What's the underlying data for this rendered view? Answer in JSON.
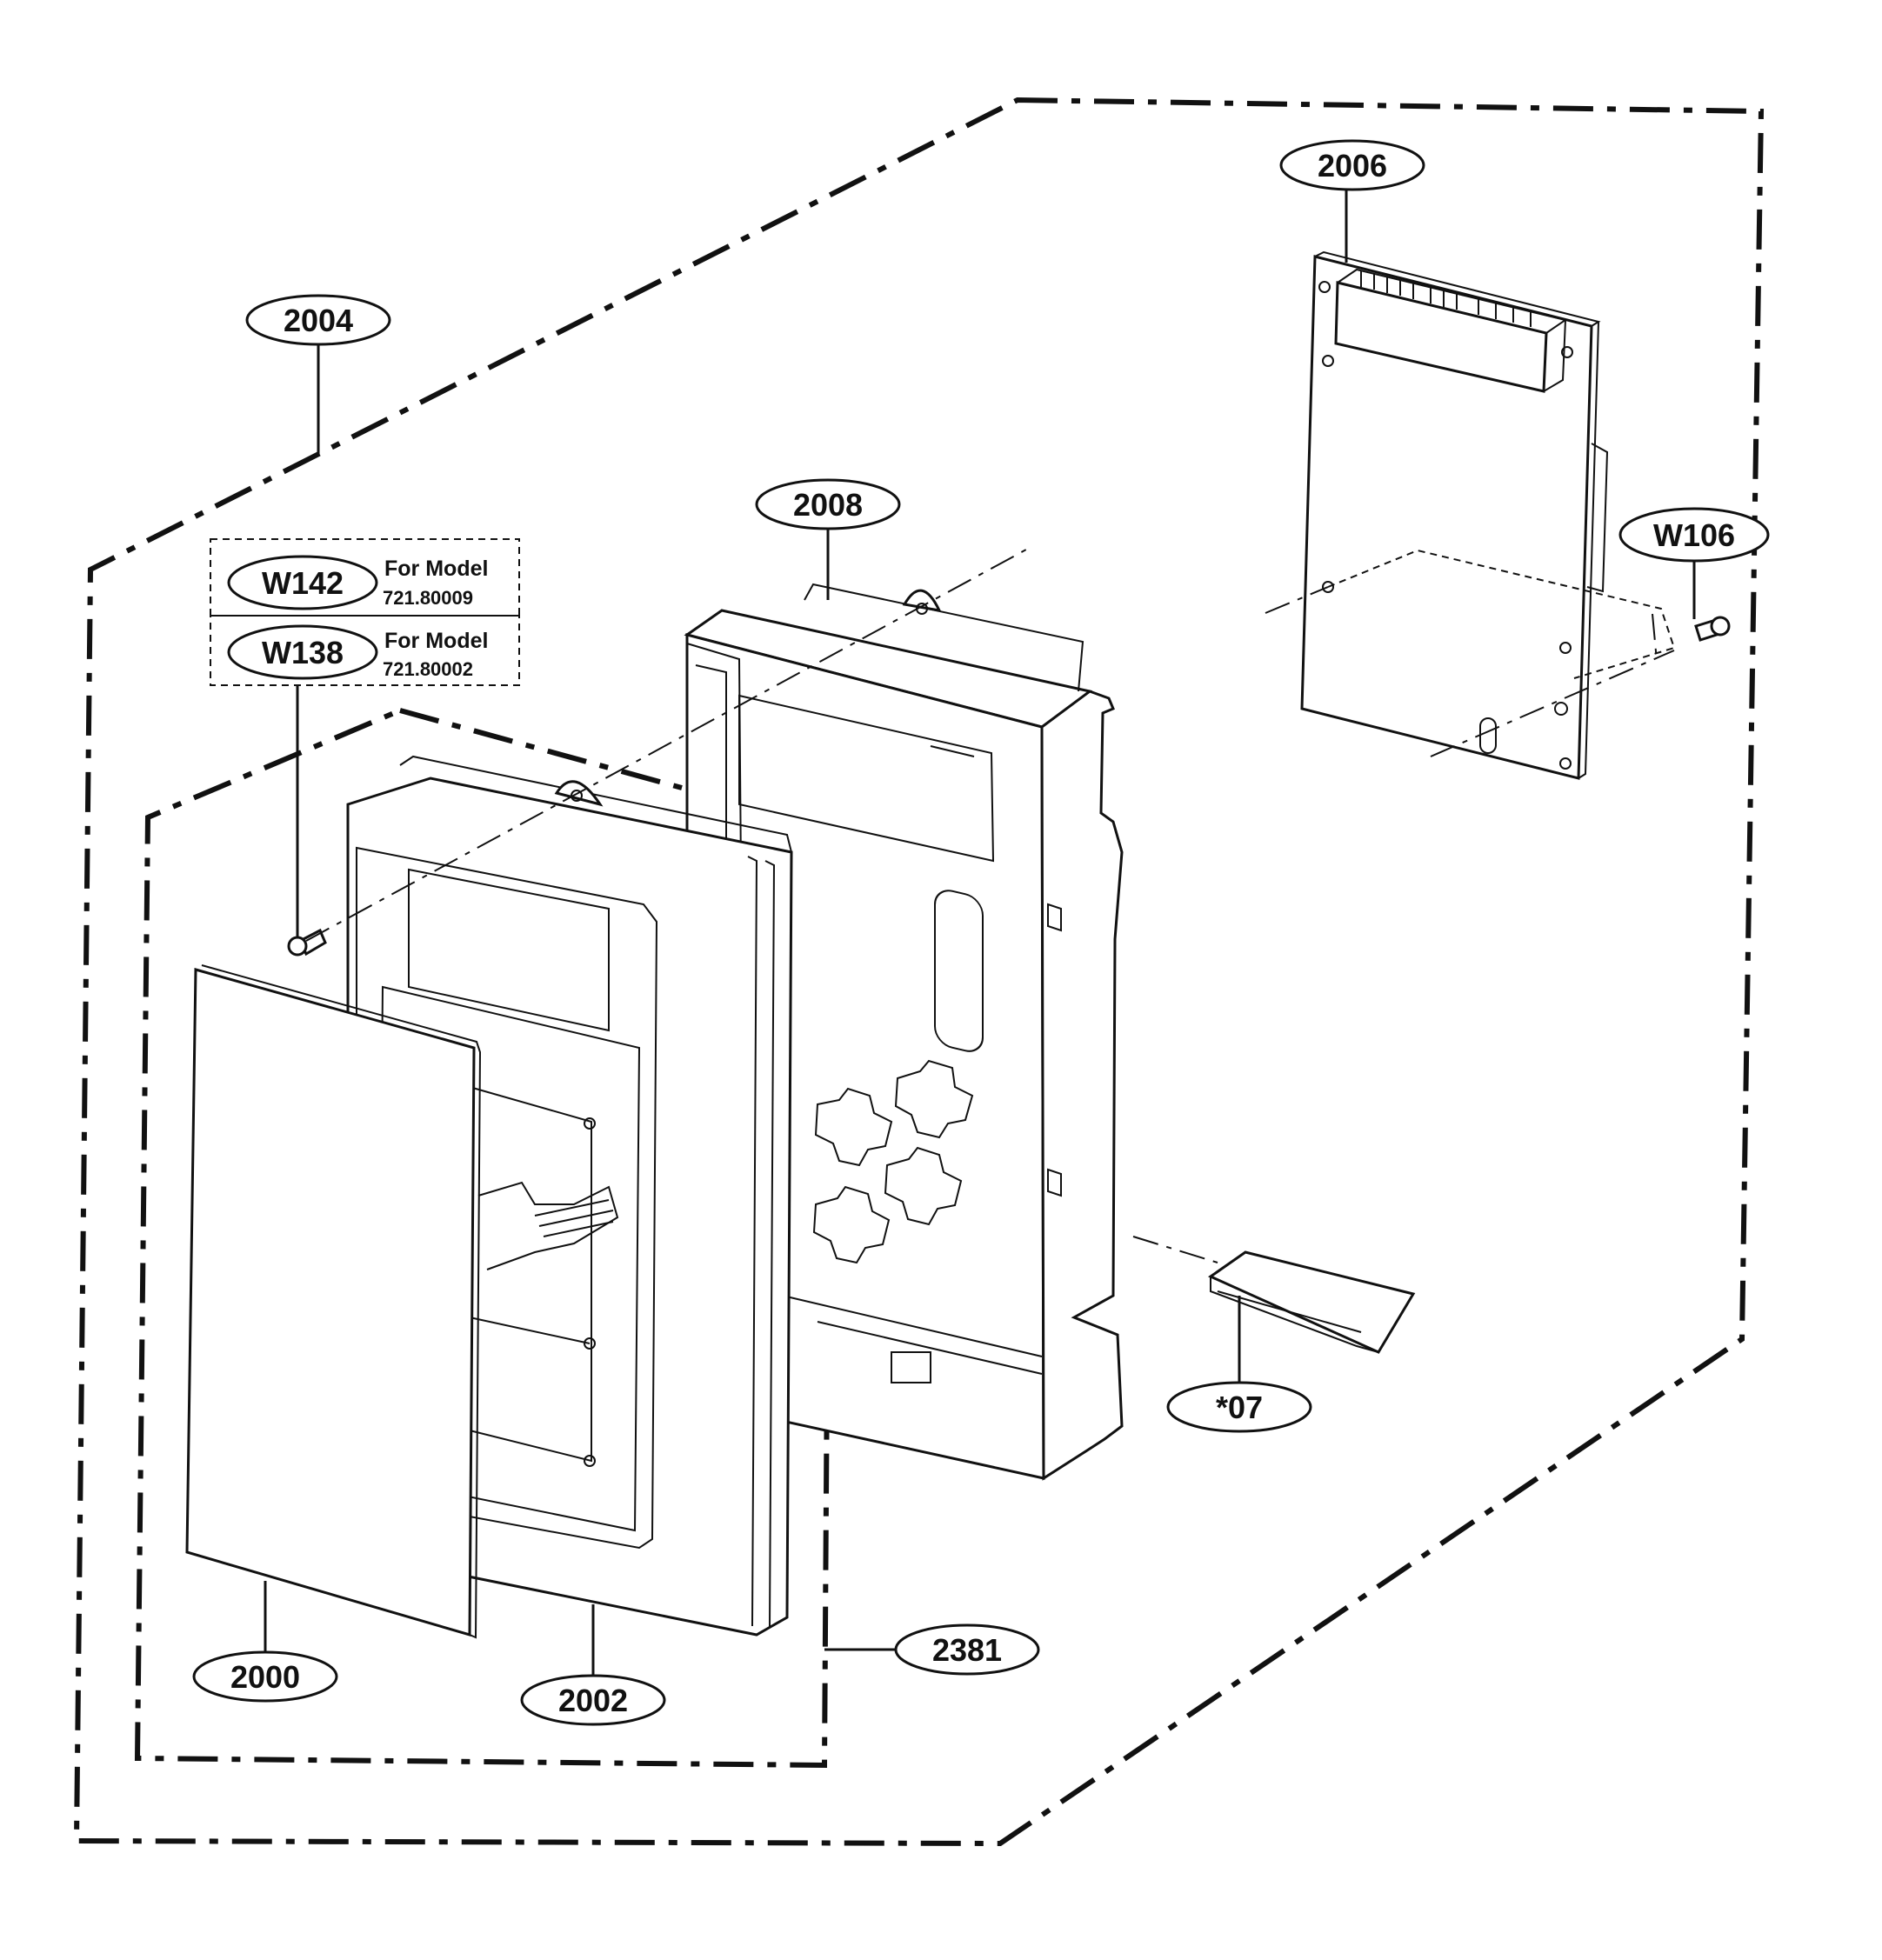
{
  "parts": {
    "p2004": "2004",
    "p2006": "2006",
    "p2008": "2008",
    "w106": "W106",
    "w142": "W142",
    "w138": "W138",
    "p2000": "2000",
    "p2002": "2002",
    "p2381": "2381",
    "p07": "*07"
  },
  "notes": {
    "w142_for": "For Model",
    "w142_model": "721.80009",
    "w138_for": "For Model",
    "w138_model": "721.80002"
  }
}
